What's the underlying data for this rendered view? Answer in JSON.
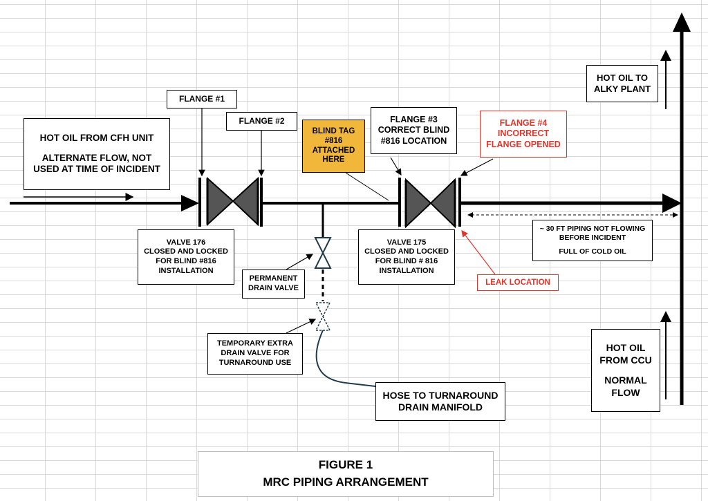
{
  "labels": {
    "flange1": "FLANGE #1",
    "flange2": "FLANGE #2",
    "hot_oil_cfh": [
      "HOT OIL FROM CFH  UNIT",
      "ALTERNATE FLOW, NOT",
      "USED AT TIME OF INCIDENT"
    ],
    "blind_tag": [
      "BLIND TAG",
      "#816",
      "ATTACHED",
      "HERE"
    ],
    "flange3": [
      "FLANGE #3",
      "CORRECT BLIND",
      "#816 LOCATION"
    ],
    "flange4": [
      "FLANGE #4",
      "INCORRECT",
      "FLANGE OPENED"
    ],
    "hot_oil_alky": [
      "HOT OIL TO",
      "ALKY PLANT"
    ],
    "valve176": [
      "VALVE 176",
      "CLOSED AND LOCKED",
      "FOR  BLIND #816",
      "INSTALLATION"
    ],
    "valve175": [
      "VALVE 175",
      "CLOSED AND LOCKED",
      "FOR  BLIND # 816",
      "INSTALLATION"
    ],
    "permanent_drain": [
      "PERMANENT",
      "DRAIN VALVE"
    ],
    "leak_location": "LEAK LOCATION",
    "piping_not_flowing": [
      "~ 30 FT  PIPING NOT FLOWING",
      "BEFORE INCIDENT",
      "FULL OF COLD OIL"
    ],
    "temp_drain": [
      "TEMPORARY EXTRA",
      "DRAIN VALVE FOR",
      "TURNAROUND USE"
    ],
    "hose": [
      "HOSE TO TURNAROUND",
      "DRAIN MANIFOLD"
    ],
    "hot_oil_ccu": [
      "HOT OIL",
      "FROM CCU",
      "NORMAL",
      "FLOW"
    ]
  },
  "figure": {
    "number": "FIGURE 1",
    "title": "MRC PIPING ARRANGEMENT"
  },
  "colors": {
    "incorrect": "#e0352b",
    "tag": "#f0b73a",
    "valve": "#555555",
    "line": "#000000",
    "hose": "#1f3a4d"
  }
}
